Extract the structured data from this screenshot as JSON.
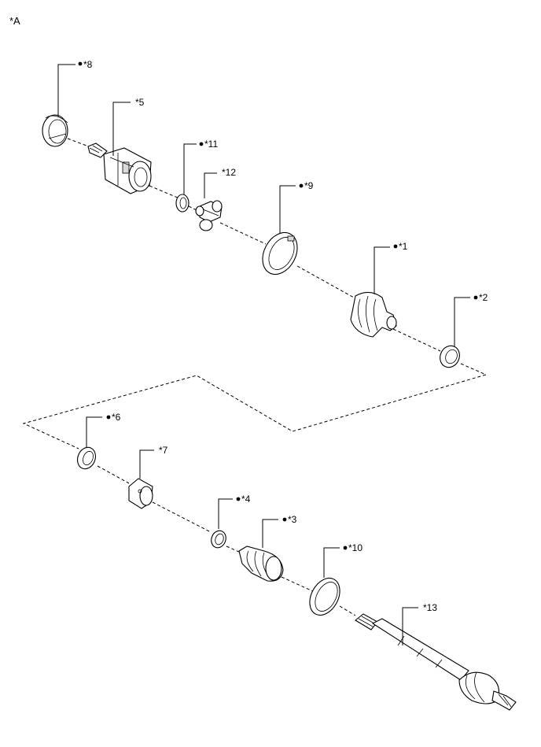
{
  "diagram": {
    "corner_label": "*A",
    "callouts": [
      {
        "id": "8",
        "text": "*8",
        "new_part_dot": true
      },
      {
        "id": "5",
        "text": "*5",
        "new_part_dot": false
      },
      {
        "id": "11",
        "text": "*11",
        "new_part_dot": true
      },
      {
        "id": "12",
        "text": "*12",
        "new_part_dot": false
      },
      {
        "id": "9",
        "text": "*9",
        "new_part_dot": true
      },
      {
        "id": "1",
        "text": "*1",
        "new_part_dot": true
      },
      {
        "id": "2",
        "text": "*2",
        "new_part_dot": true
      },
      {
        "id": "6",
        "text": "*6",
        "new_part_dot": true
      },
      {
        "id": "7",
        "text": "*7",
        "new_part_dot": false
      },
      {
        "id": "4",
        "text": "*4",
        "new_part_dot": true
      },
      {
        "id": "3",
        "text": "*3",
        "new_part_dot": true
      },
      {
        "id": "10",
        "text": "*10",
        "new_part_dot": true
      },
      {
        "id": "13",
        "text": "*13",
        "new_part_dot": false
      }
    ]
  }
}
